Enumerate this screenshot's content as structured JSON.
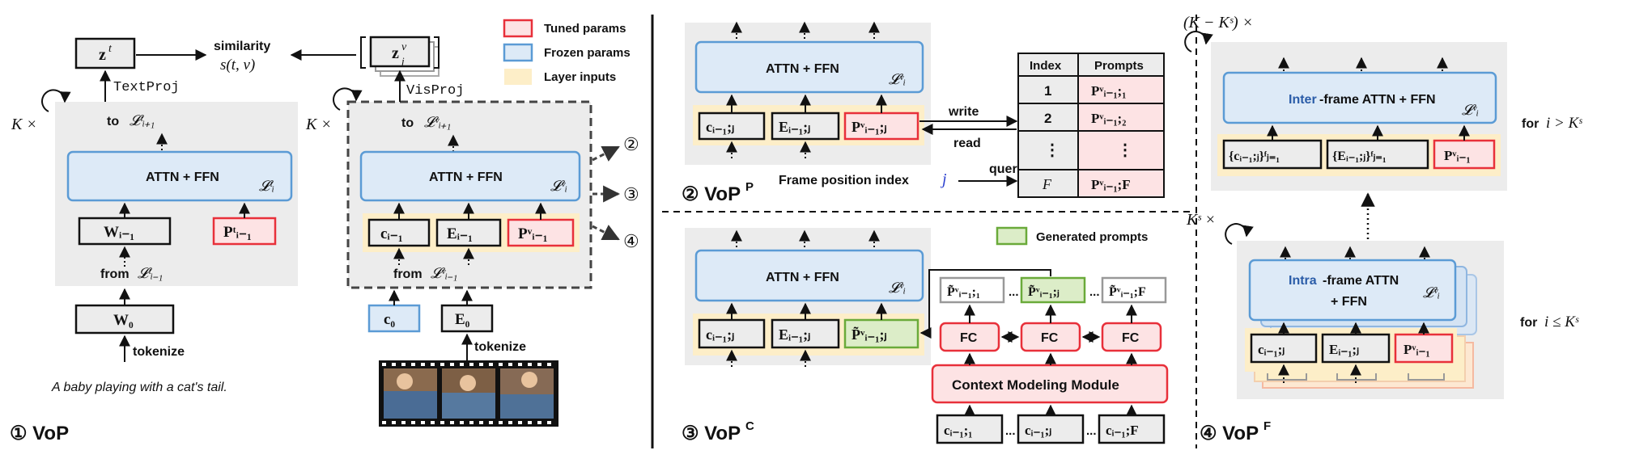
{
  "colors": {
    "tuned": "#e8303a",
    "tuned_fill": "#fde3e4",
    "frozen": "#5b9bd5",
    "frozen_fill": "#ddeaf7",
    "layer_inputs": "#fdeec8",
    "generated": "#6aaa3a",
    "generated_fill": "#dcedc8",
    "panel": "#ececec",
    "index_blue": "#2a3fcf"
  },
  "legend": {
    "tuned": "Tuned params",
    "frozen": "Frozen params",
    "inputs": "Layer inputs",
    "generated": "Generated prompts"
  },
  "panel1": {
    "label": "① VoP",
    "zt": "z",
    "zt_sup": "t",
    "zv": "z",
    "zv_sup": "v",
    "zv_sub": "j",
    "similarity": "similarity",
    "similarity_fn": "s(t, v)",
    "text_proj": "TextProj",
    "vis_proj": "VisProj",
    "k_times_left": "K ×",
    "k_times_right": "K ×",
    "to_text_left": "to",
    "to_math_left": "𝓛ᵗᵢ₊₁",
    "to_text_right": "to",
    "to_math_right": "𝓛ᵛᵢ₊₁",
    "attn_left": "ATTN + FFN",
    "attn_left_math": "𝓛ᵗᵢ",
    "attn_right": "ATTN + FFN",
    "attn_right_math": "𝓛ᵛᵢ",
    "w_prev": "Wᵢ₋₁",
    "p_t": "Pᵗᵢ₋₁",
    "c_prev": "cᵢ₋₁",
    "e_prev": "Eᵢ₋₁",
    "p_v": "Pᵛᵢ₋₁",
    "from_left": "from",
    "from_left_math": "𝓛ᵗᵢ₋₁",
    "from_right": "from",
    "from_right_math": "𝓛ᵛᵢ₋₁",
    "w0": "W₀",
    "c0": "c₀",
    "e0": "E₀",
    "tokenize_left": "tokenize",
    "tokenize_right": "tokenize",
    "caption": "A baby playing with a cat's tail.",
    "route_2": "②",
    "route_3": "③",
    "route_4": "④"
  },
  "panel2": {
    "label": "② VoP",
    "label_sup": "P",
    "attn": "ATTN + FFN",
    "attn_math": "𝓛ᵛᵢ",
    "c": "cᵢ₋₁;ⱼ",
    "e": "Eᵢ₋₁;ⱼ",
    "p": "Pᵛᵢ₋₁;ⱼ",
    "write": "write",
    "read": "read",
    "query": "query",
    "frame_position": "Frame position index",
    "frame_var": "j",
    "table_headers": [
      "Index",
      "Prompts"
    ],
    "table_rows": [
      {
        "index": "1",
        "prompt": "Pᵛᵢ₋₁;₁"
      },
      {
        "index": "2",
        "prompt": "Pᵛᵢ₋₁;₂"
      },
      {
        "index": "⋮",
        "prompt": "⋮"
      },
      {
        "index": "F",
        "prompt": "Pᵛᵢ₋₁;F"
      }
    ]
  },
  "panel3": {
    "label": "③ VoP",
    "label_sup": "C",
    "attn": "ATTN + FFN",
    "attn_math": "𝓛ᵛᵢ",
    "c": "cᵢ₋₁;ⱼ",
    "e": "Eᵢ₋₁;ⱼ",
    "p": "P̃ᵛᵢ₋₁;ⱼ",
    "gen_prompts": [
      "P̃ᵛᵢ₋₁;₁",
      "P̃ᵛᵢ₋₁;ⱼ",
      "P̃ᵛᵢ₋₁;F"
    ],
    "fc": "FC",
    "context_module": "Context Modeling Module",
    "frame_inputs": [
      "cᵢ₋₁;₁",
      "cᵢ₋₁;ⱼ",
      "cᵢ₋₁;F"
    ],
    "ellipsis": "..."
  },
  "panel4": {
    "label": "④ VoP",
    "label_sup": "F",
    "repeat_top": "(K − Kˢ) ×",
    "repeat_bottom": "Kˢ ×",
    "inter_prefix": "Inter",
    "inter_suffix": "-frame ATTN + FFN",
    "intra_prefix": "Intra",
    "intra_suffix": "-frame ATTN",
    "intra_line2": "+ FFN",
    "attn_math": "𝓛ᵛᵢ",
    "c_set": "{cᵢ₋₁;ⱼ}ᶠⱼ₌₁",
    "e_set": "{Eᵢ₋₁;ⱼ}ᶠⱼ₌₁",
    "p_top": "Pᵛᵢ₋₁",
    "c": "cᵢ₋₁;ⱼ",
    "e": "Eᵢ₋₁;ⱼ",
    "p_bottom": "Pᵛᵢ₋₁",
    "cond_top_prefix": "for",
    "cond_top_math": "i > Kˢ",
    "cond_bottom_prefix": "for",
    "cond_bottom_math": "i ≤ Kˢ"
  }
}
